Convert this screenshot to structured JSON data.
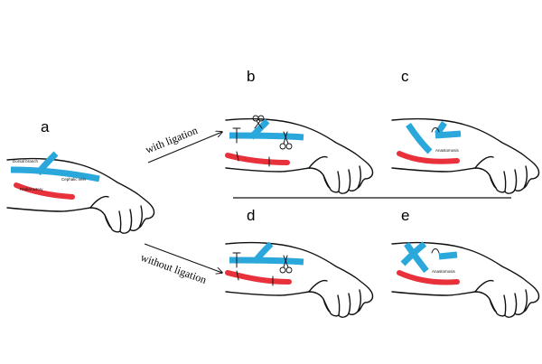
{
  "colors": {
    "vein": "#2aa8dc",
    "artery": "#e8313a",
    "ink": "#111111"
  },
  "panels": {
    "a": {
      "letter": "a",
      "labels": {
        "dorsal_branch": "Dorsal branch",
        "cephalic_vein": "Cephalic vein",
        "radial_artery": "Radial artery"
      }
    },
    "b": {
      "letter": "b"
    },
    "c": {
      "letter": "c",
      "labels": {
        "anastomosis": "Anastomosis"
      }
    },
    "d": {
      "letter": "d"
    },
    "e": {
      "letter": "e",
      "labels": {
        "anastomosis": "Anastomosis"
      }
    }
  },
  "arrows": {
    "with_ligation": "with ligation",
    "without_ligation": "without ligation"
  }
}
